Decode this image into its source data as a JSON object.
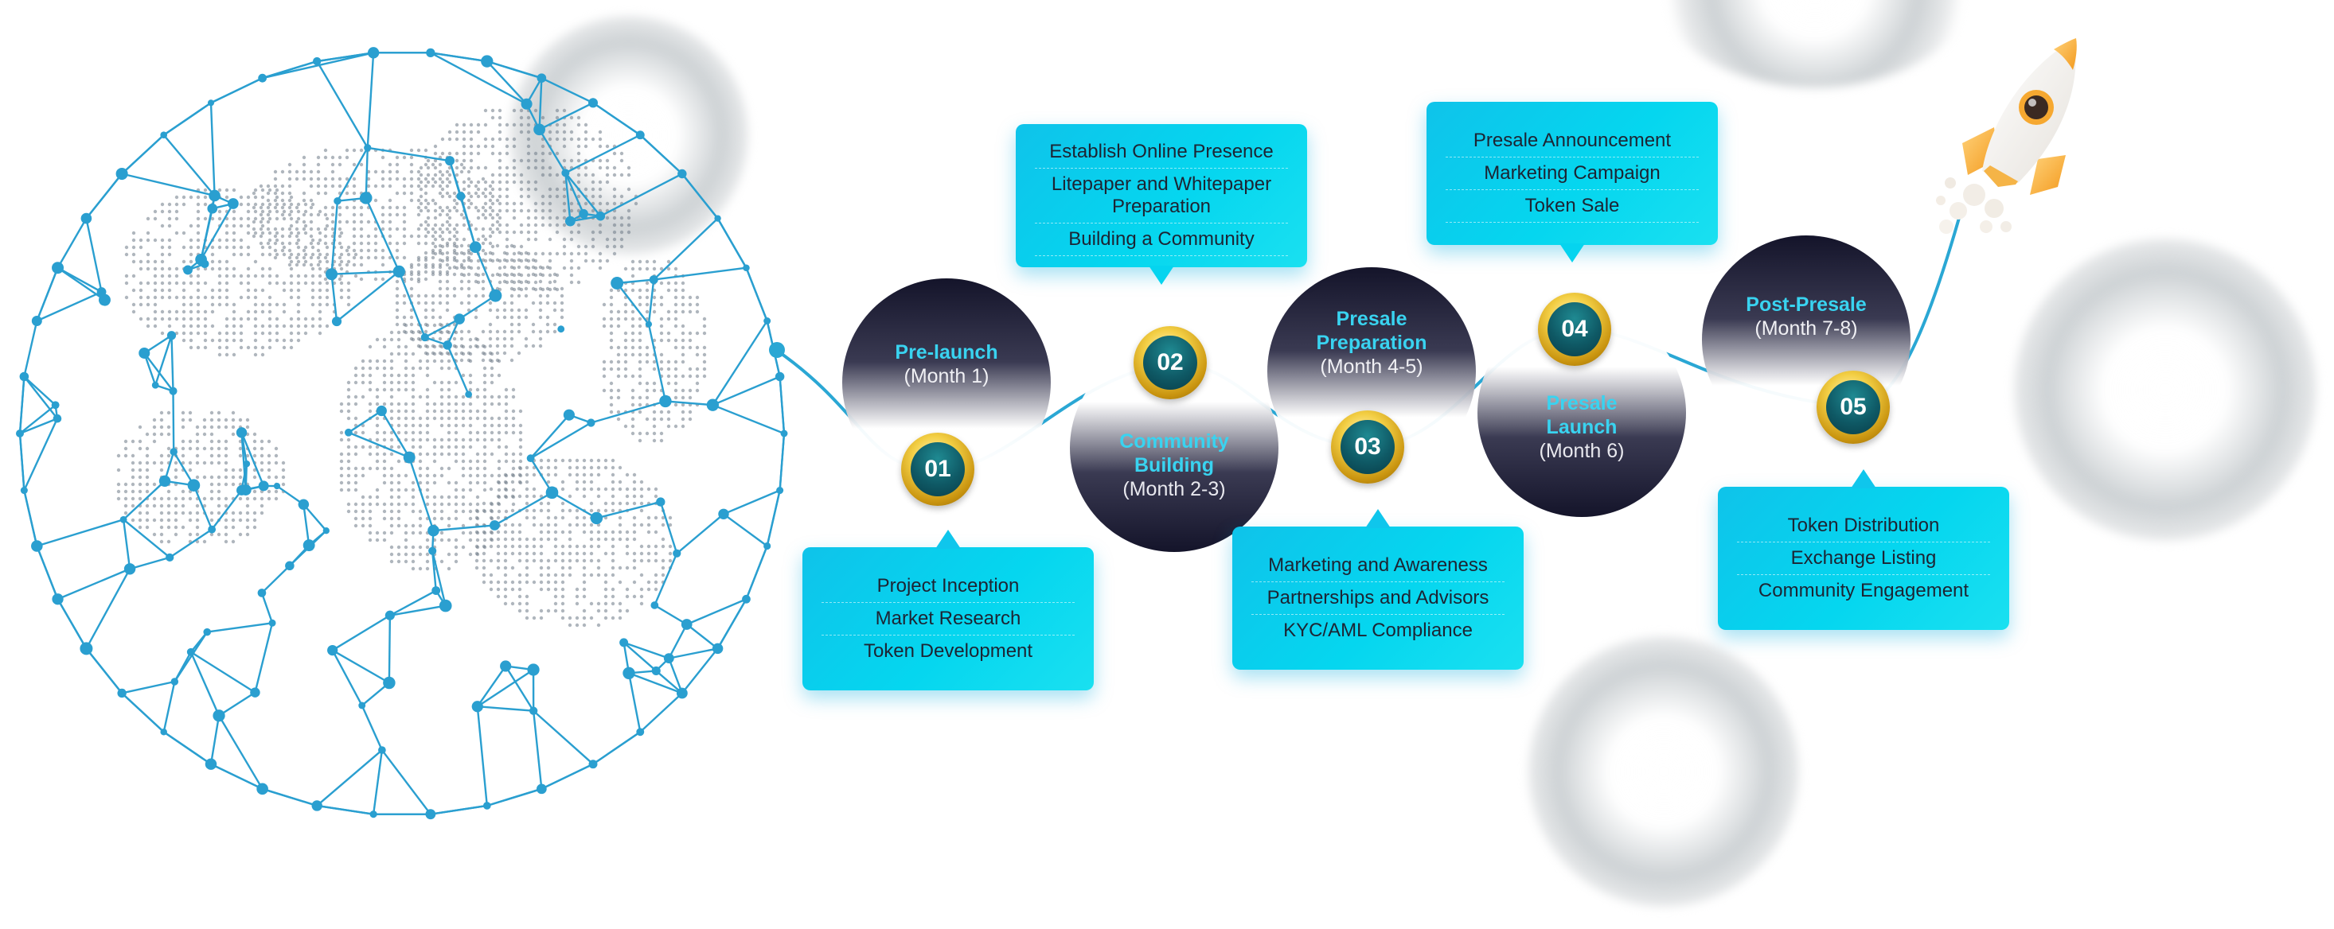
{
  "colors": {
    "accent": "#0fc3ea",
    "path": "#2aa7d4",
    "phase_title": "#39d3f0",
    "globe": "#2a9fd0",
    "dots": "#6d7a86",
    "badge_gold": "#f3cf45",
    "badge_teal": "#0f5a66"
  },
  "icons": {
    "globe": "network-globe-icon",
    "rocket": "rocket-icon"
  },
  "phases": [
    {
      "number": "01",
      "title": "Pre-launch",
      "period": "(Month 1)",
      "items": [
        "Project Inception",
        "Market Research",
        "Token Development"
      ]
    },
    {
      "number": "02",
      "title": "Community\nBuilding",
      "period": "(Month 2-3)",
      "items": [
        "Establish Online Presence",
        "Litepaper and Whitepaper Preparation",
        "Building a Community"
      ]
    },
    {
      "number": "03",
      "title": "Presale\nPreparation",
      "period": "(Month 4-5)",
      "items": [
        "Marketing and Awareness",
        "Partnerships and Advisors",
        "KYC/AML Compliance"
      ]
    },
    {
      "number": "04",
      "title": "Presale\nLaunch",
      "period": "(Month 6)",
      "items": [
        "Presale Announcement",
        "Marketing Campaign",
        "Token Sale"
      ]
    },
    {
      "number": "05",
      "title": "Post-Presale",
      "period": "(Month 7-8)",
      "items": [
        "Token Distribution",
        "Exchange Listing",
        "Community Engagement"
      ]
    }
  ]
}
